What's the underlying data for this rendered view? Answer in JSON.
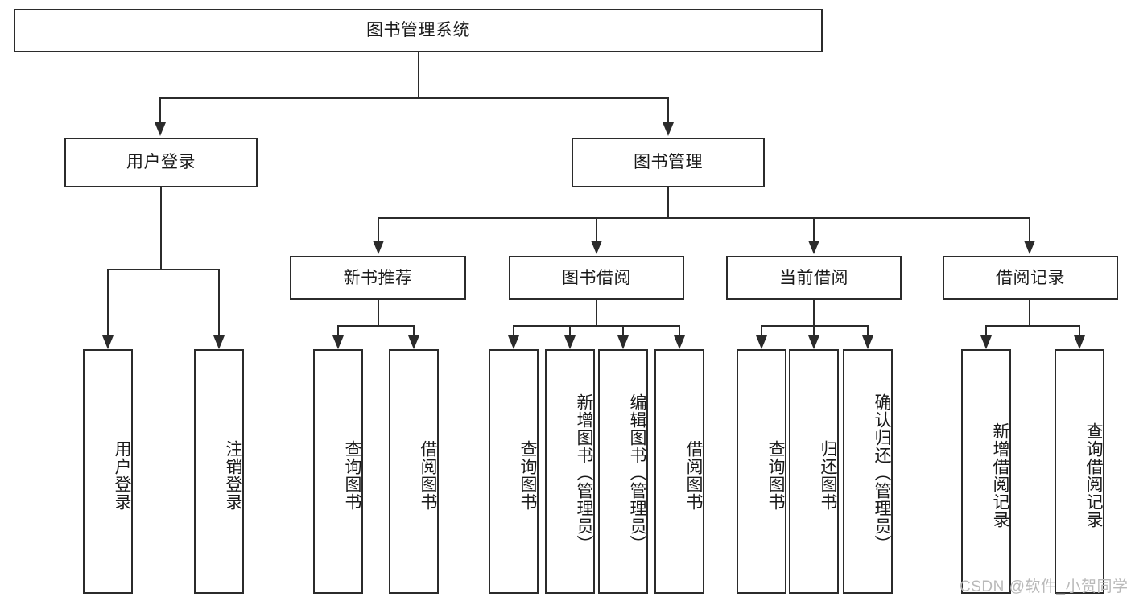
{
  "diagram": {
    "type": "tree-hierarchy",
    "title": "图书管理系统",
    "root": {
      "label": "图书管理系统"
    },
    "level2": [
      {
        "label": "用户登录"
      },
      {
        "label": "图书管理"
      }
    ],
    "level3": [
      {
        "label": "新书推荐"
      },
      {
        "label": "图书借阅"
      },
      {
        "label": "当前借阅"
      },
      {
        "label": "借阅记录"
      }
    ],
    "leaves": {
      "user_login": [
        {
          "label": "用户登录"
        },
        {
          "label": "注销登录"
        }
      ],
      "new_book_recommend": [
        {
          "label": "查询图书"
        },
        {
          "label": "借阅图书"
        }
      ],
      "book_borrow": [
        {
          "label": "查询图书"
        },
        {
          "label": "新增图书（管理员）"
        },
        {
          "label": "编辑图书（管理员）"
        },
        {
          "label": "借阅图书"
        }
      ],
      "current_borrow": [
        {
          "label": "查询图书"
        },
        {
          "label": "归还图书"
        },
        {
          "label": "确认归还（管理员）"
        }
      ],
      "borrow_record": [
        {
          "label": "新增借阅记录"
        },
        {
          "label": "查询借阅记录"
        }
      ]
    }
  },
  "watermark": {
    "text": "CSDN @软件_小贺同学"
  },
  "colors": {
    "stroke": "#2b2b2b",
    "fill": "#ffffff",
    "text": "#1a1a1a",
    "watermark": "#b9b9b9"
  }
}
